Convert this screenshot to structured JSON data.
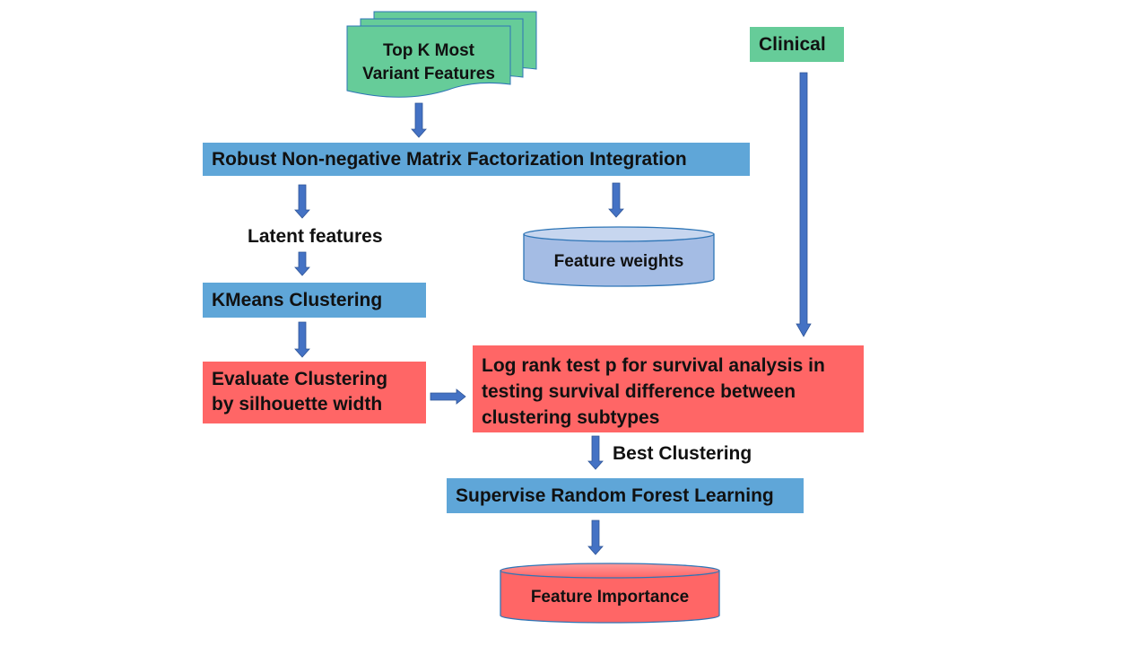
{
  "nodes": {
    "top_features": "Top K Most\nVariant Features",
    "clinical": "Clinical",
    "rnmf": "Robust Non-negative Matrix Factorization Integration",
    "latent": "Latent features",
    "feature_weights": "Feature weights",
    "kmeans": "KMeans Clustering",
    "evaluate": "Evaluate Clustering\nby silhouette width",
    "logrank": "Log rank test p for survival analysis in\ntesting survival difference between\nclustering subtypes",
    "best": "Best Clustering",
    "rf": "Supervise Random Forest Learning",
    "importance": "Feature Importance"
  },
  "colors": {
    "blue": "#5fa6d8",
    "red": "#ff6666",
    "green": "#66cc99",
    "cylinder_blue": "#a4bce4",
    "cylinder_red": "#ff6666",
    "arrow": "#4472c4"
  }
}
